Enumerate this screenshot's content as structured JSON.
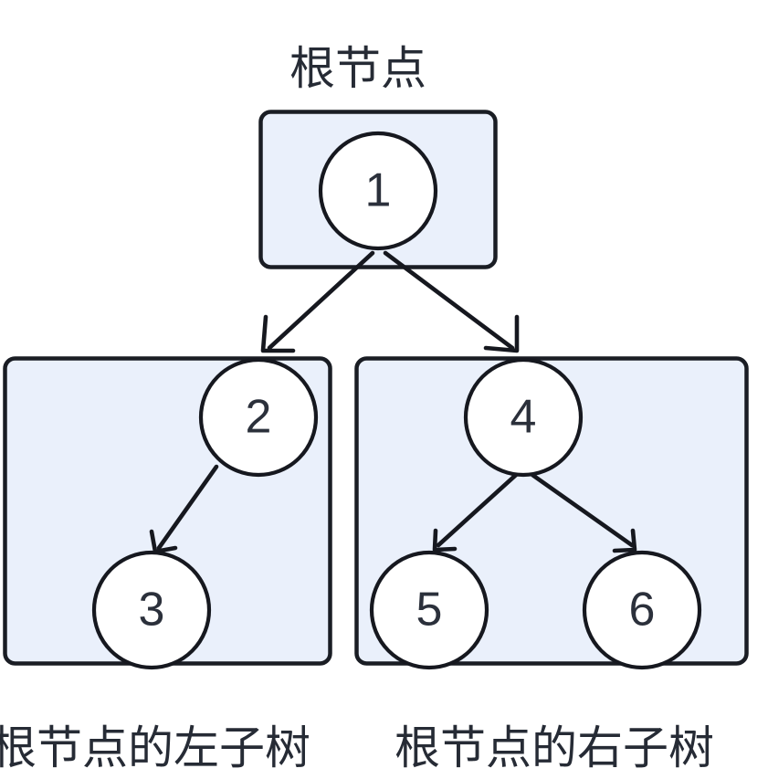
{
  "diagram": {
    "title": "根节点",
    "colors": {
      "box_fill": "#eaf0fb",
      "box_stroke": "#1a1d24",
      "node_fill": "#ffffff",
      "node_stroke": "#16181f",
      "text": "#262b35",
      "background": "#ffffff"
    },
    "nodes": [
      {
        "id": "node-1",
        "label": "1"
      },
      {
        "id": "node-2",
        "label": "2"
      },
      {
        "id": "node-3",
        "label": "3"
      },
      {
        "id": "node-4",
        "label": "4"
      },
      {
        "id": "node-5",
        "label": "5"
      },
      {
        "id": "node-6",
        "label": "6"
      }
    ],
    "groups": {
      "root": {
        "caption": "根节点"
      },
      "left_subtree": {
        "caption": "根节点的左子树"
      },
      "right_subtree": {
        "caption": "根节点的右子树"
      }
    },
    "edges": [
      {
        "from": "1",
        "to": "2"
      },
      {
        "from": "1",
        "to": "4"
      },
      {
        "from": "2",
        "to": "3"
      },
      {
        "from": "4",
        "to": "5"
      },
      {
        "from": "4",
        "to": "6"
      }
    ]
  }
}
